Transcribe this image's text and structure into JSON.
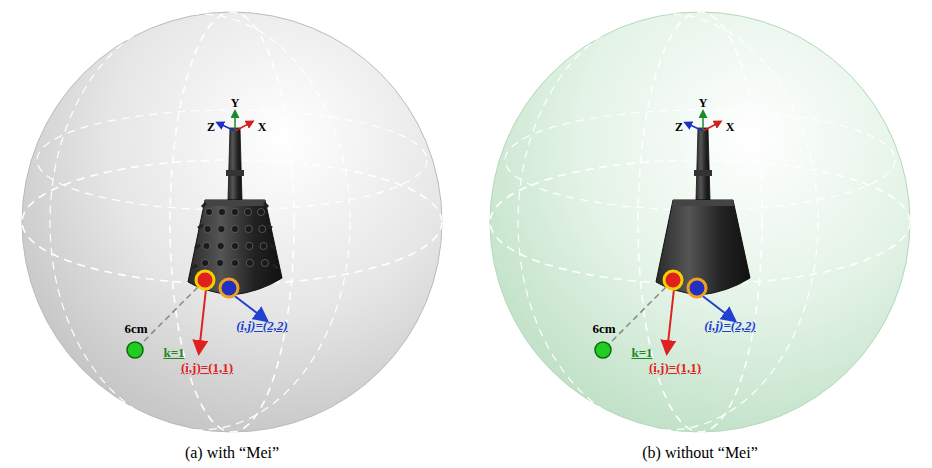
{
  "diagram": {
    "labels": [
      "Y",
      "Z",
      "X",
      "6cm",
      "k=1",
      "(i,j)=(1,1)",
      "(i,j)=(2,2)",
      "(a) with “Mei”",
      "Y",
      "Z",
      "X",
      "6cm",
      "k=1",
      "(i,j)=(1,1)",
      "(i,j)=(2,2)",
      "(b) without “Mei”"
    ]
  }
}
